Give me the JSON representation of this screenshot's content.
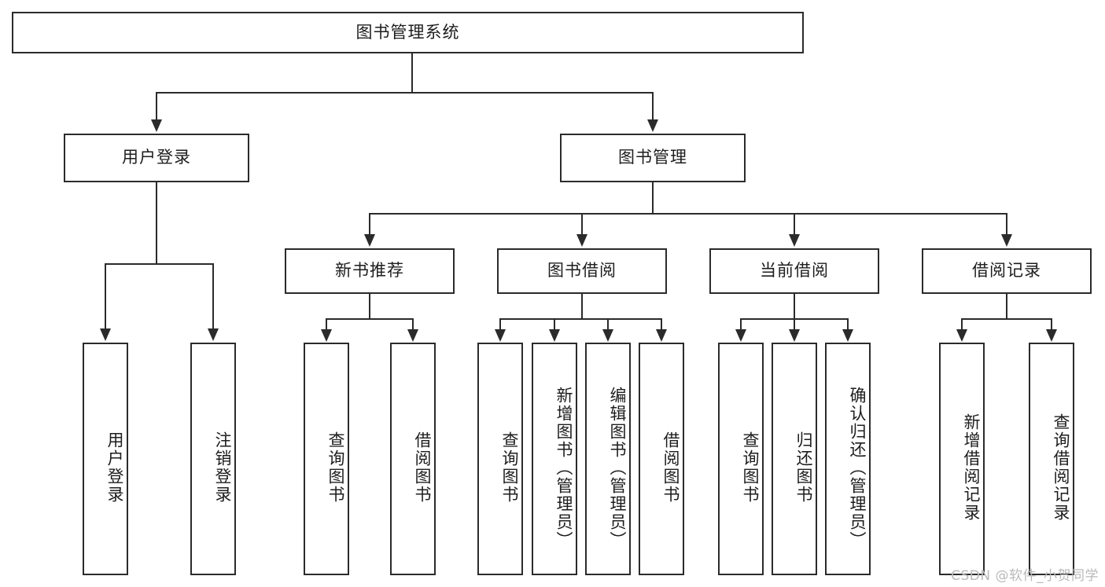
{
  "diagram": {
    "type": "tree-hierarchy",
    "title": "图书管理系统",
    "watermark": "CSDN @软件_小贺同学",
    "colors": {
      "border": "#2b2b2b",
      "text": "#1d1d1d",
      "background": "#ffffff",
      "watermark": "#b9b9b9"
    },
    "levels": [
      {
        "name": "root",
        "count": 1
      },
      {
        "name": "modules",
        "count": 2
      },
      {
        "name": "submodules",
        "count": 4
      },
      {
        "name": "functions",
        "count": 13
      }
    ],
    "root": {
      "label": "图书管理系统"
    },
    "modules": [
      {
        "id": "user-login",
        "label": "用户登录"
      },
      {
        "id": "book-manage",
        "label": "图书管理"
      }
    ],
    "submodules": [
      {
        "id": "new-book-recommend",
        "label": "新书推荐",
        "parent": "book-manage"
      },
      {
        "id": "book-borrow",
        "label": "图书借阅",
        "parent": "book-manage"
      },
      {
        "id": "current-borrow",
        "label": "当前借阅",
        "parent": "book-manage"
      },
      {
        "id": "borrow-record",
        "label": "借阅记录",
        "parent": "book-manage"
      }
    ],
    "leaves": {
      "user-login": [
        {
          "id": "login",
          "label": "用户登录"
        },
        {
          "id": "logout",
          "label": "注销登录"
        }
      ],
      "new-book-recommend": [
        {
          "id": "query-book-1",
          "label": "查询图书"
        },
        {
          "id": "borrow-book-1",
          "label": "借阅图书"
        }
      ],
      "book-borrow": [
        {
          "id": "query-book-2",
          "label": "查询图书"
        },
        {
          "id": "add-book",
          "label": "新增图书（管理员）"
        },
        {
          "id": "edit-book",
          "label": "编辑图书（管理员）"
        },
        {
          "id": "borrow-book-2",
          "label": "借阅图书"
        }
      ],
      "current-borrow": [
        {
          "id": "query-book-3",
          "label": "查询图书"
        },
        {
          "id": "return-book",
          "label": "归还图书"
        },
        {
          "id": "confirm-return",
          "label": "确认归还（管理员）"
        }
      ],
      "borrow-record": [
        {
          "id": "add-record",
          "label": "新增借阅记录"
        },
        {
          "id": "query-record",
          "label": "查询借阅记录"
        }
      ]
    }
  }
}
